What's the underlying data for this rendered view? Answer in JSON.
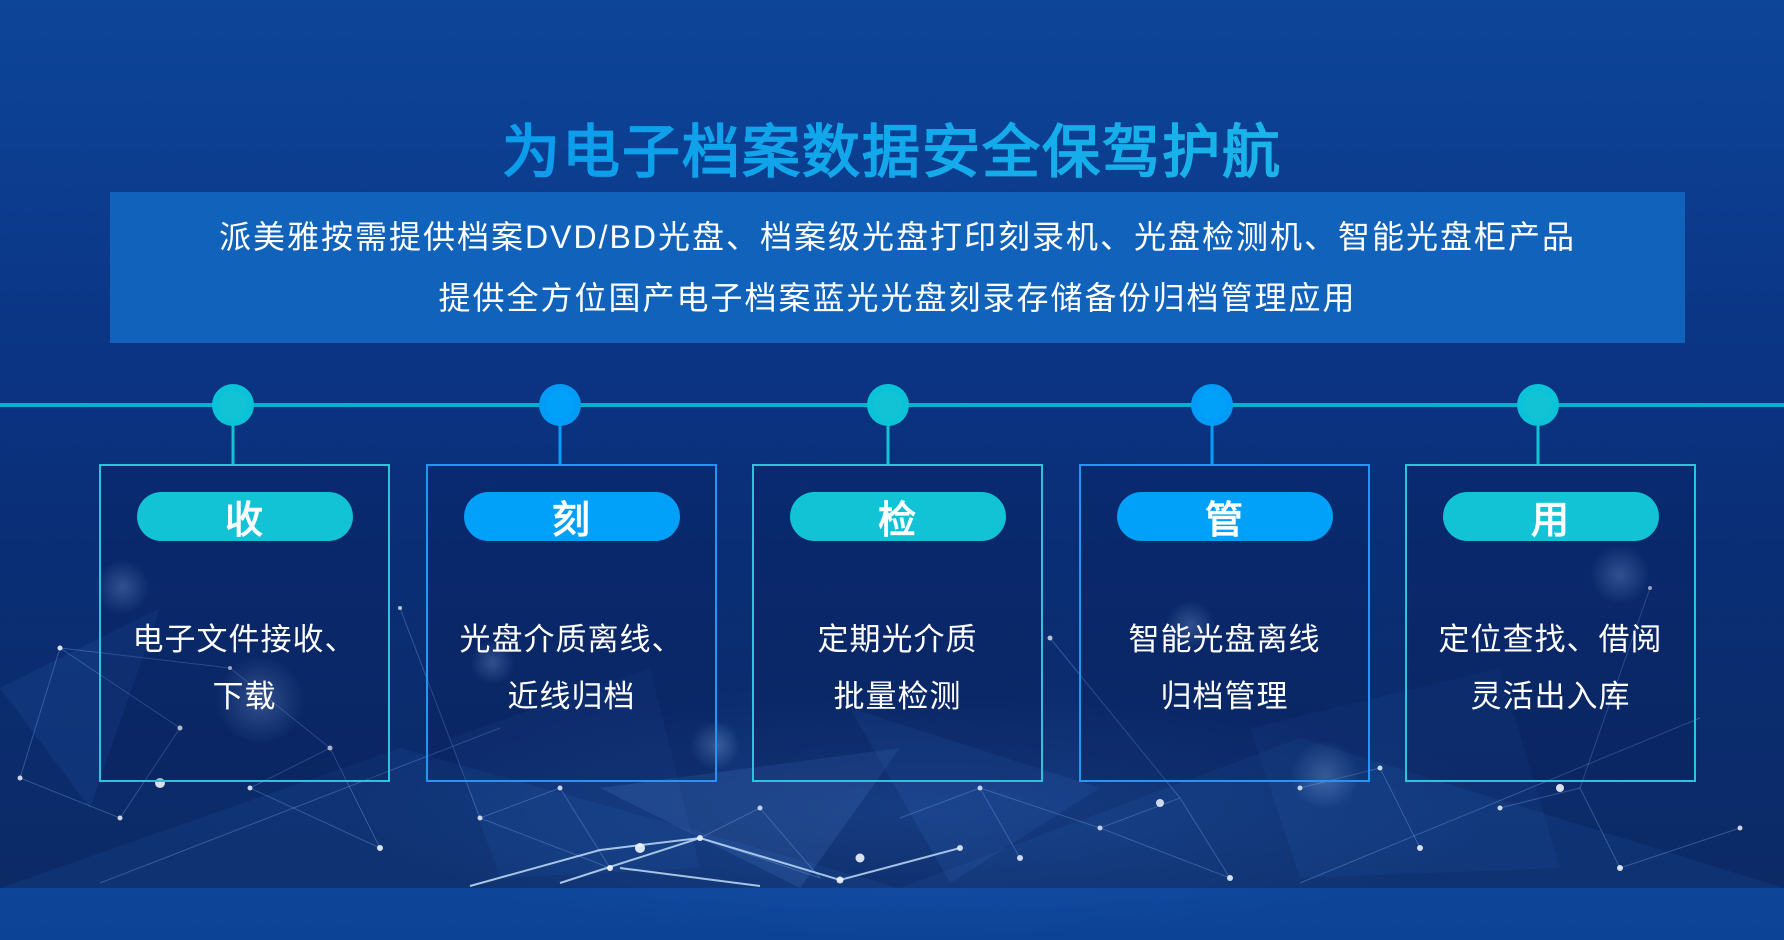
{
  "page_title": "为电子档案数据安全保驾护航",
  "subtitle": {
    "line1": "派美雅按需提供档案DVD/BD光盘、档案级光盘打印刻录机、光盘检测机、智能光盘柜产品",
    "line2": "提供全方位国产电子档案蓝光光盘刻录存储备份归档管理应用"
  },
  "steps": [
    {
      "badge": "收",
      "accent": "cyan",
      "lines": [
        "电子文件接收、",
        "下载"
      ]
    },
    {
      "badge": "刻",
      "accent": "blue",
      "lines": [
        "光盘介质离线、",
        "近线归档"
      ]
    },
    {
      "badge": "检",
      "accent": "cyan",
      "lines": [
        "定期光介质",
        "批量检测"
      ]
    },
    {
      "badge": "管",
      "accent": "blue",
      "lines": [
        "智能光盘离线",
        "归档管理"
      ]
    },
    {
      "badge": "用",
      "accent": "cyan",
      "lines": [
        "定位查找、借阅",
        "灵活出入库"
      ]
    }
  ],
  "colors": {
    "title_color_start": "#0894ec",
    "title_color_end": "#1cb9ea",
    "subtitle_box_bg": "#1162bb",
    "timeline_line": "#00b2d0",
    "cyan_accent": "#12c3d6",
    "blue_accent": "#01a0f9",
    "card_border_cyan": "#2cc3df",
    "card_border_blue": "#2196f3",
    "text_white": "#ffffff"
  }
}
